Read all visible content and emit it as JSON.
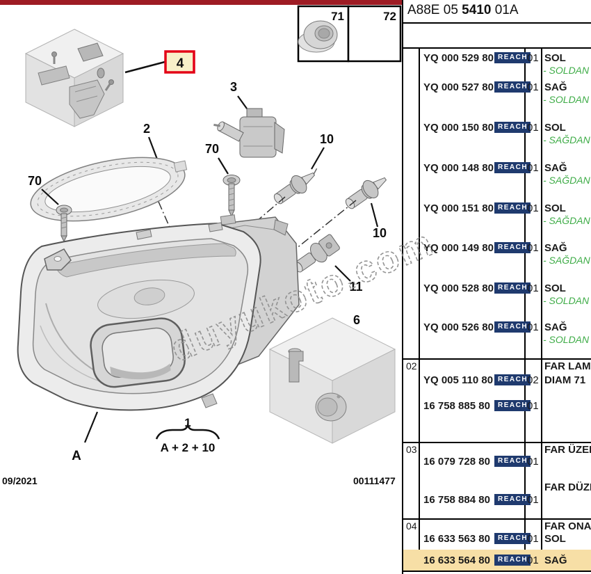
{
  "header": {
    "code_pre": "A88E 05 ",
    "code_bold": "5410",
    "code_post": " 01A"
  },
  "diagram": {
    "watermark": "duyukoto.com",
    "date": "09/2021",
    "doc_number": "00111477",
    "labels": {
      "l2": "2",
      "l3": "3",
      "l4": "4",
      "l6": "6",
      "l10a": "10",
      "l10b": "10",
      "l11": "11",
      "l70a": "70",
      "l70b": "70",
      "l71": "71",
      "l72": "72",
      "la": "A",
      "f1": "1",
      "fsum": "A + 2 + 10"
    }
  },
  "table": {
    "reach": "REACH",
    "s1rows": [
      {
        "part": "YQ 000 529 80",
        "qty": "01",
        "desc": "SOL",
        "sub": "- SOLDAN S"
      },
      {
        "part": "YQ 000 527 80",
        "qty": "01",
        "desc": "SAĞ",
        "sub": "- SOLDAN S"
      },
      {
        "part": "YQ 000 150 80",
        "qty": "01",
        "desc": "SOL",
        "sub": "- SAĞDAN S"
      },
      {
        "part": "YQ 000 148 80",
        "qty": "01",
        "desc": "SAĞ",
        "sub": "- SAĞDAN S"
      },
      {
        "part": "YQ 000 151 80",
        "qty": "01",
        "desc": "SOL",
        "sub": "- SAĞDAN S"
      },
      {
        "part": "YQ 000 149 80",
        "qty": "01",
        "desc": "SAĞ",
        "sub": "- SAĞDAN S"
      },
      {
        "part": "YQ 000 528 80",
        "qty": "01",
        "desc": "SOL",
        "sub": "- SOLDAN S"
      },
      {
        "part": "YQ 000 526 80",
        "qty": "01",
        "desc": "SAĞ",
        "sub": "- SOLDAN S"
      }
    ],
    "s2": {
      "item": "02",
      "header": "FAR LAMBA",
      "r1": {
        "part": "YQ 005 110 80",
        "qty": "02",
        "desc": "DIAM 71"
      },
      "r2": {
        "part": "16 758 885 80",
        "qty": "01"
      }
    },
    "s3": {
      "item": "03",
      "header": "FAR ÜZERİ",
      "r1": {
        "part": "16 079 728 80",
        "qty": "01"
      },
      "header2": "FAR DÜZEL",
      "r2": {
        "part": "16 758 884 80",
        "qty": "01"
      }
    },
    "s4": {
      "item": "04",
      "header": "FAR ONARI",
      "r1": {
        "part": "16 633 563 80",
        "qty": "01",
        "desc": "SOL"
      },
      "r2": {
        "part": "16 633 564 80",
        "qty": "01",
        "desc": "SAĞ"
      }
    }
  },
  "colors": {
    "top_bar": "#9e1c24",
    "reach_badge": "#1f3a6e",
    "green_note": "#3eac47",
    "highlight_row": "#f7dfa6",
    "callout_border": "#e30016",
    "callout_fill": "#f8f0c9"
  }
}
